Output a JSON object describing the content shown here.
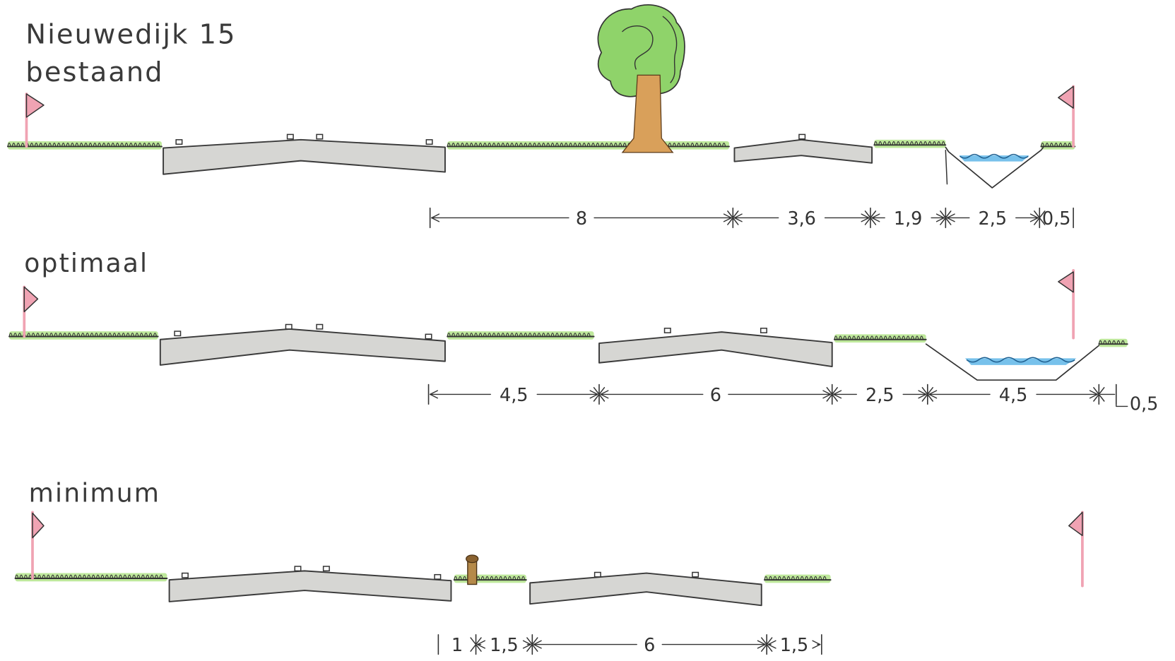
{
  "labels": {
    "title_line1": "Nieuwedijk 15",
    "title_line2": "bestaand",
    "optimaal": "optimaal",
    "minimum": "minimum"
  },
  "dimensions": {
    "bestaand": [
      "8",
      "3,6",
      "1,9",
      "2,5",
      "0,5"
    ],
    "optimaal": [
      "4,5",
      "6",
      "2,5",
      "4,5",
      "0,5"
    ],
    "minimum": [
      "1",
      "1,5",
      "6",
      "1,5"
    ]
  },
  "colors": {
    "grass": "#a8e07a",
    "road": "#d6d6d3",
    "water": "#5fb6e8",
    "flag": "#f0a3b3",
    "trunk": "#d9a05a",
    "crown": "#8fd36a"
  }
}
